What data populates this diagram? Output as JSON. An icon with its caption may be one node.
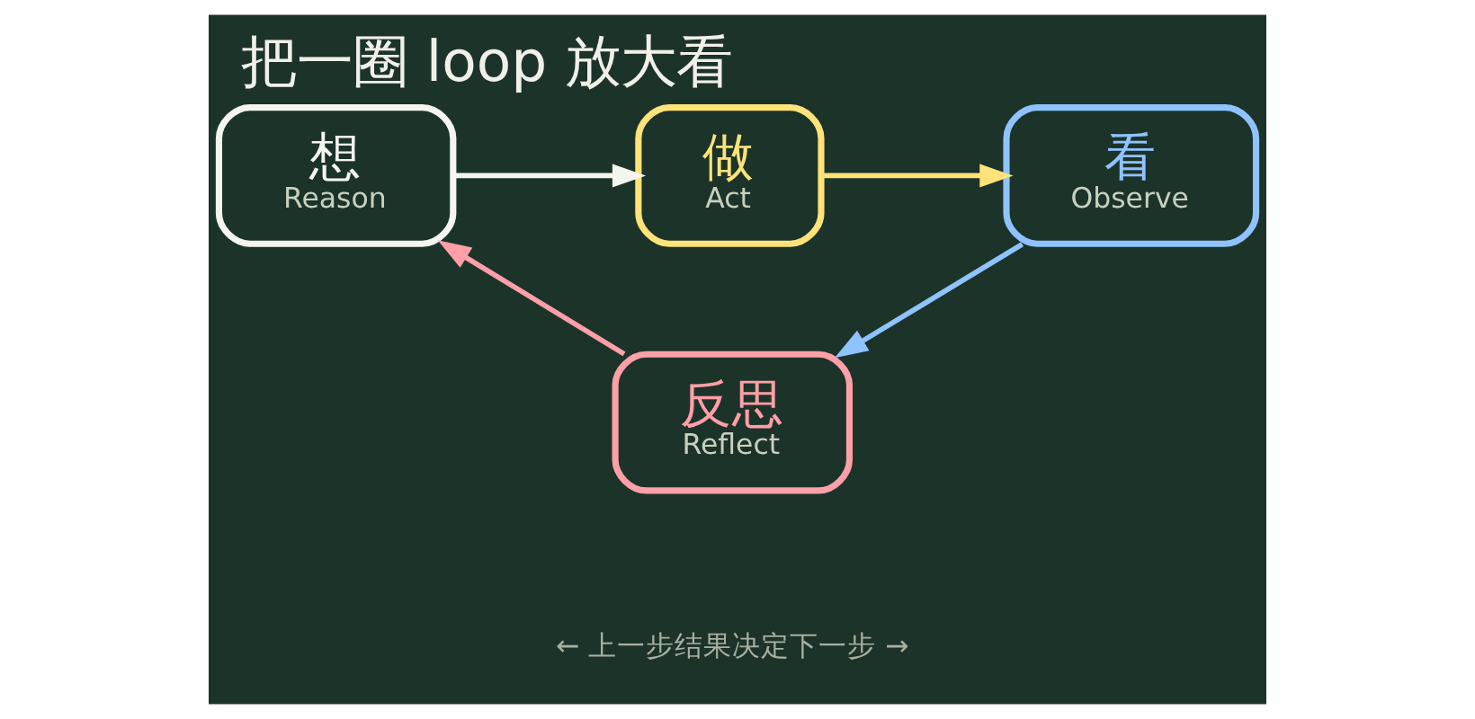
{
  "diagram": {
    "title": "把一圈 loop 放大看",
    "nodes": [
      {
        "text": [
          "想",
          "Reason"
        ]
      },
      {
        "text": [
          "做",
          "Act"
        ]
      },
      {
        "text": [
          "看",
          "Observe"
        ]
      },
      {
        "text": [
          "反思",
          "Reflect"
        ]
      }
    ],
    "edges": [
      {
        "from": 0,
        "to": 1,
        "arrow": "to",
        "color": "#f5f5f0"
      },
      {
        "from": 1,
        "to": 2,
        "arrow": "to",
        "color": "#ffe27a"
      },
      {
        "from": 2,
        "to": 3,
        "arrow": "to",
        "color": "#8fc3ff"
      },
      {
        "from": 3,
        "to": 0,
        "arrow": "to",
        "color": "#ff9fa8"
      }
    ],
    "labels": [
      "← 上一步结果决定下一步 →"
    ]
  }
}
